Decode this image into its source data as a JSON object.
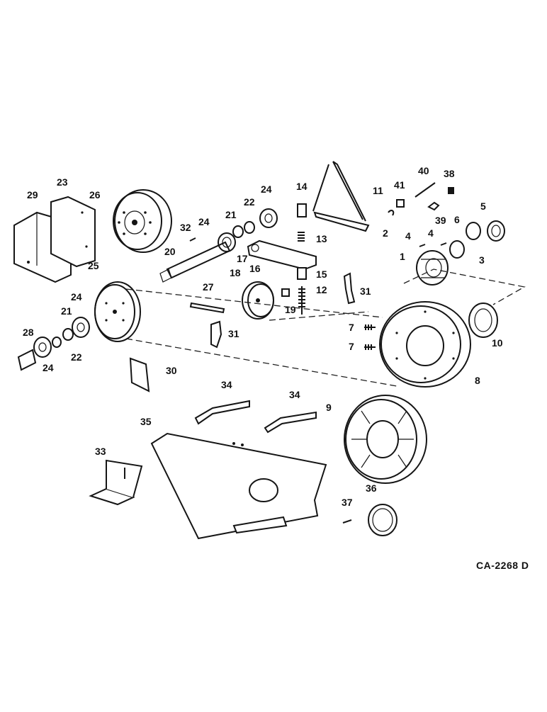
{
  "diagram": {
    "callouts": [
      "1",
      "2",
      "3",
      "4",
      "4",
      "5",
      "6",
      "7",
      "7",
      "8",
      "9",
      "10",
      "11",
      "12",
      "13",
      "14",
      "15",
      "16",
      "17",
      "18",
      "19",
      "20",
      "21",
      "21",
      "22",
      "22",
      "23",
      "24",
      "24",
      "24",
      "24",
      "25",
      "26",
      "27",
      "28",
      "29",
      "30",
      "31",
      "31",
      "32",
      "33",
      "34",
      "34",
      "35",
      "36",
      "37",
      "38",
      "39",
      "40",
      "41"
    ],
    "drawing_code": "CA-2268 D"
  }
}
